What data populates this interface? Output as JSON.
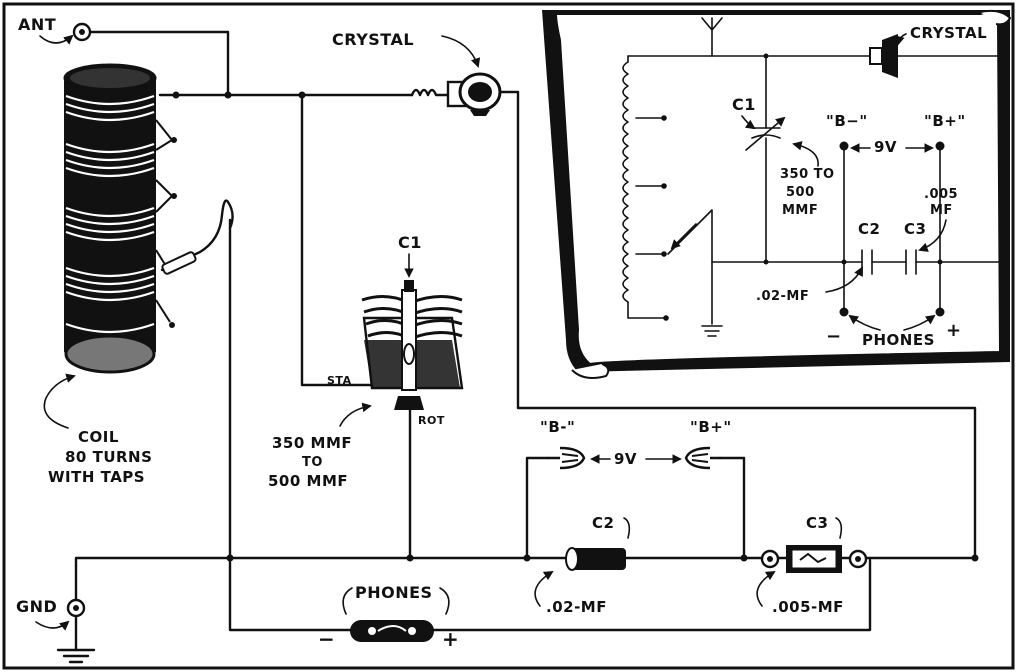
{
  "main": {
    "ant": "ANT",
    "gnd": "GND",
    "crystal": "CRYSTAL",
    "c1": "C1",
    "sta": "STA",
    "rot": "ROT",
    "c1_value_line1": "350 MMF",
    "c1_value_line2": "TO",
    "c1_value_line3": "500 MMF",
    "coil_line1": "COIL",
    "coil_line2": "80 TURNS",
    "coil_line3": "WITH TAPS",
    "b_minus": "\"B-\"",
    "b_plus": "\"B+\"",
    "battery_voltage": "9V",
    "c2": "C2",
    "c2_value": ".02-MF",
    "c3": "C3",
    "c3_value": ".005-MF",
    "phones": "PHONES",
    "phones_minus": "−",
    "phones_plus": "+"
  },
  "inset": {
    "crystal": "CRYSTAL",
    "c1": "C1",
    "c1_value_line1": "350 TO",
    "c1_value_line2": "500",
    "c1_value_line3": "MMF",
    "b_minus": "\"B−\"",
    "b_plus": "\"B+\"",
    "battery_voltage": "9V",
    "c2": "C2",
    "c3": "C3",
    "c2_value": ".02-MF",
    "c3_value_line1": ".005",
    "c3_value_line2": "MF",
    "phones": "PHONES",
    "phones_minus": "−",
    "phones_plus": "+"
  }
}
